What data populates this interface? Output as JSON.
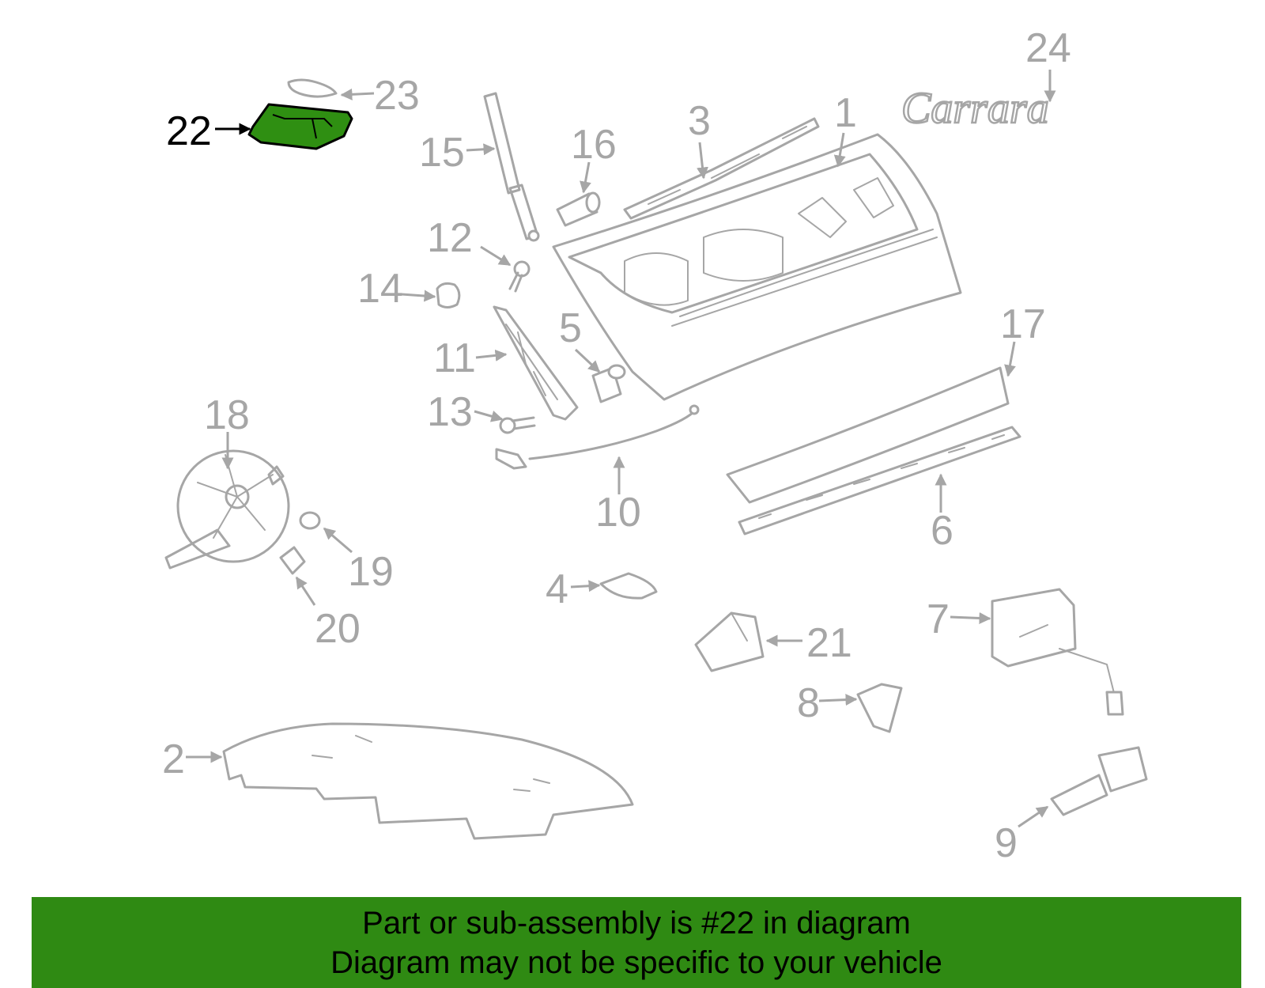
{
  "colors": {
    "part_line": "#a6a6a6",
    "highlight_fill": "#2f8f12",
    "banner_bg": "#2f8a13",
    "highlight_label": "#000000"
  },
  "highlighted_part": "22",
  "callouts": {
    "c1": "1",
    "c2": "2",
    "c3": "3",
    "c4": "4",
    "c5": "5",
    "c6": "6",
    "c7": "7",
    "c8": "8",
    "c9": "9",
    "c10": "10",
    "c11": "11",
    "c12": "12",
    "c13": "13",
    "c14": "14",
    "c15": "15",
    "c16": "16",
    "c17": "17",
    "c18": "18",
    "c19": "19",
    "c20": "20",
    "c21": "21",
    "c22": "22",
    "c23": "23",
    "c24": "24"
  },
  "emblem_text": "Carrara",
  "banner": {
    "line1": "Part or sub-assembly is #22 in diagram",
    "line2": "Diagram may not be specific to your vehicle"
  }
}
